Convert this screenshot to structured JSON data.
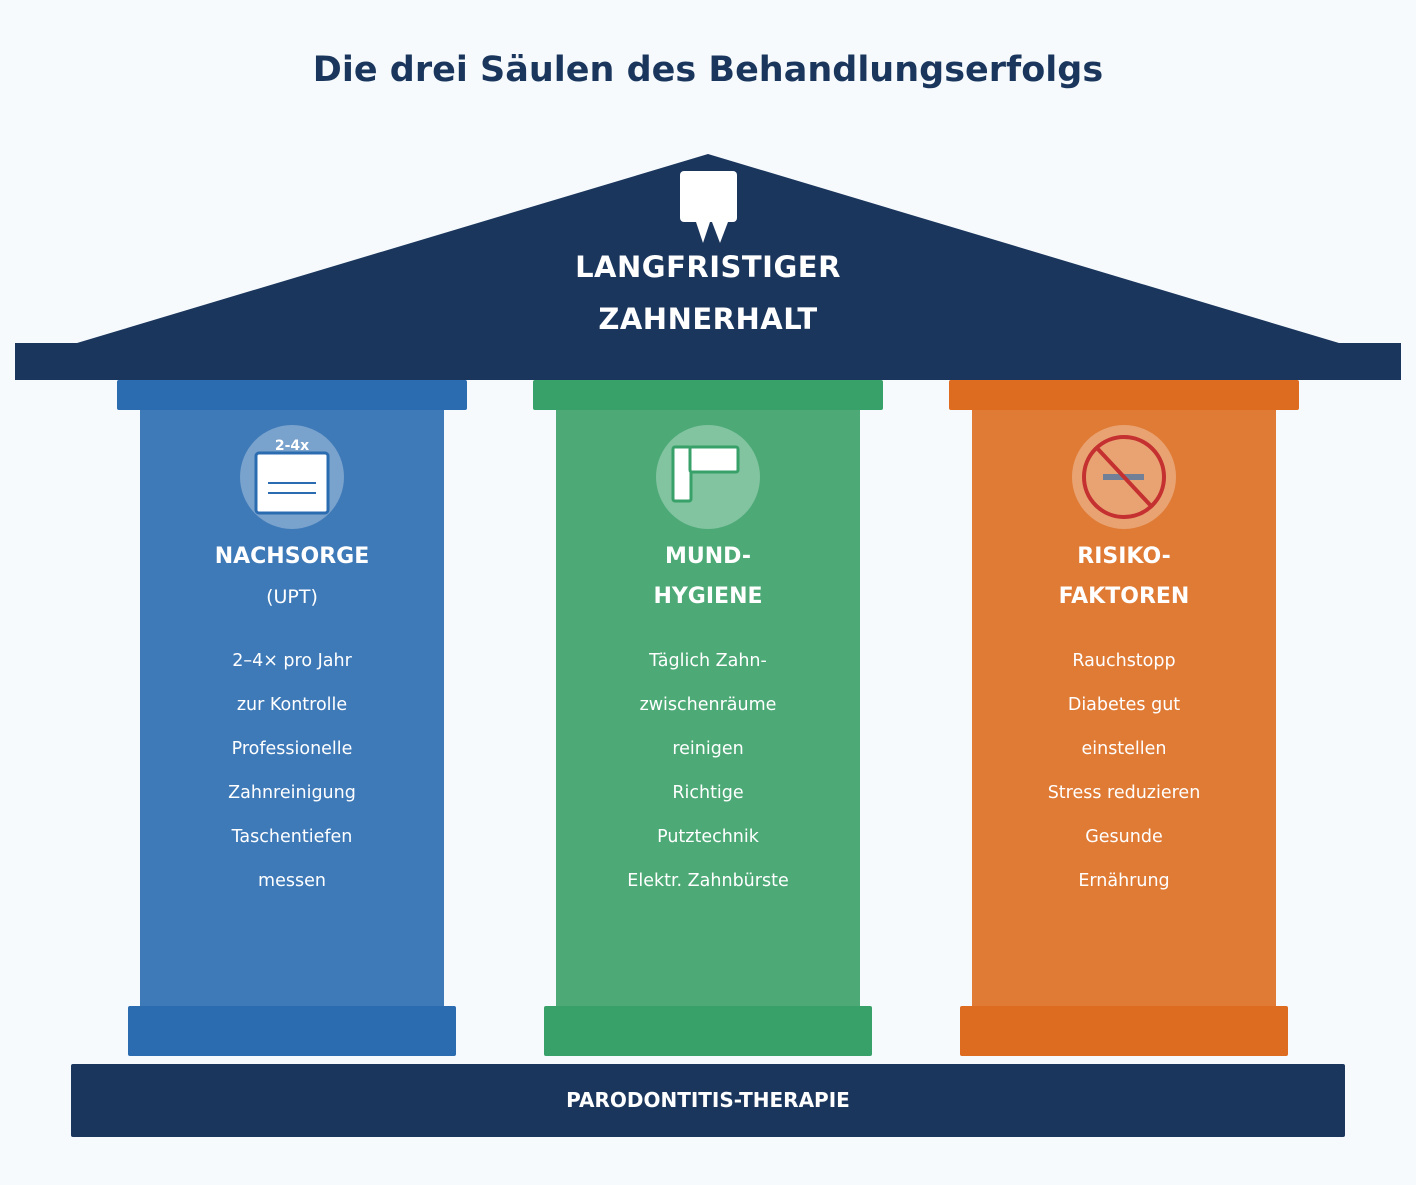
{
  "title": "Die drei Säulen des Behandlungserfolgs",
  "roof": {
    "line1": "LANGFRISTIGER",
    "line2": "ZAHNERHALT",
    "icon": "tooth-icon",
    "color": "#1b365d"
  },
  "pillars": [
    {
      "id": "nachsorge",
      "heading1": "NACHSORGE",
      "subtitle": "(UPT)",
      "icon": "calendar-icon",
      "icon_label": "2-4x",
      "colors": {
        "cap": "#2b6cb0",
        "shaft": "#3f7ab8"
      },
      "items": [
        "2–4× pro Jahr",
        "zur Kontrolle",
        "Professionelle",
        "Zahnreinigung",
        "Taschentiefen",
        "messen"
      ]
    },
    {
      "id": "mundhygiene",
      "heading1": "MUND-",
      "heading2": "HYGIENE",
      "icon": "toothbrush-icon",
      "colors": {
        "cap": "#38a169",
        "shaft": "#4daa77"
      },
      "items": [
        "Täglich Zahn-",
        "zwischenräume",
        "reinigen",
        "Richtige",
        "Putztechnik",
        "Elektr. Zahnbürste"
      ]
    },
    {
      "id": "risikofaktoren",
      "heading1": "RISIKO-",
      "heading2": "FAKTOREN",
      "icon": "no-smoking-icon",
      "colors": {
        "cap": "#dd6b20",
        "shaft": "#e07b36"
      },
      "items": [
        "Rauchstopp",
        "Diabetes gut",
        "einstellen",
        "Stress reduzieren",
        "Gesunde",
        "Ernährung"
      ]
    }
  ],
  "foundation": "PARODONTITIS-THERAPIE"
}
